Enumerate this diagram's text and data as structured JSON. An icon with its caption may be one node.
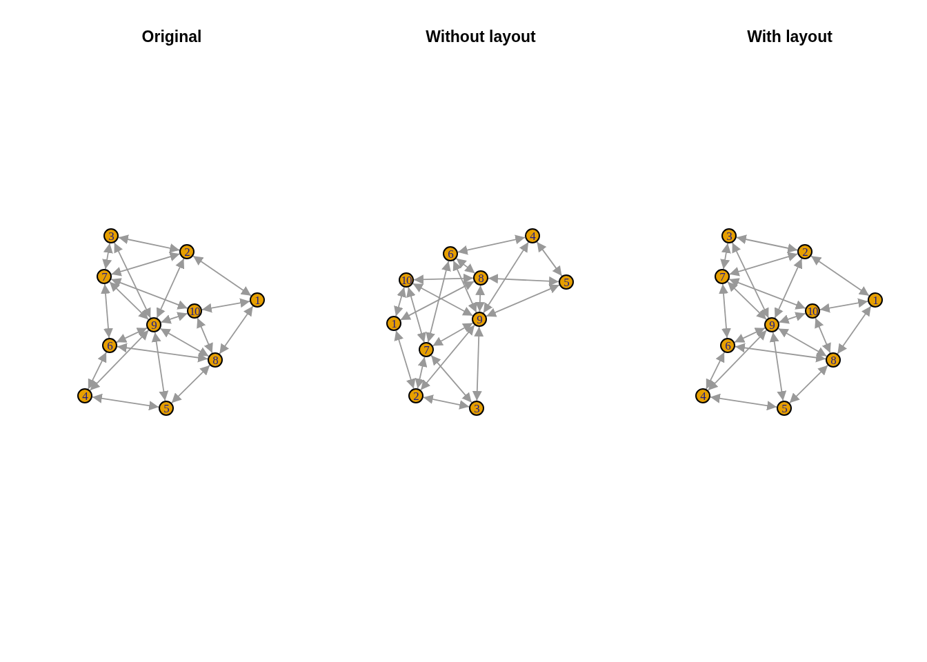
{
  "diagram": {
    "nodes": [
      {
        "text": [
          "1"
        ]
      },
      {
        "text": [
          "2"
        ]
      },
      {
        "text": [
          "3"
        ]
      },
      {
        "text": [
          "4"
        ]
      },
      {
        "text": [
          "5"
        ]
      },
      {
        "text": [
          "6"
        ]
      },
      {
        "text": [
          "7"
        ]
      },
      {
        "text": [
          "8"
        ]
      },
      {
        "text": [
          "9"
        ]
      },
      {
        "text": [
          "10"
        ]
      },
      {
        "text": [
          "1"
        ]
      },
      {
        "text": [
          "2"
        ]
      },
      {
        "text": [
          "3"
        ]
      },
      {
        "text": [
          "4"
        ]
      },
      {
        "text": [
          "5"
        ]
      },
      {
        "text": [
          "6"
        ]
      },
      {
        "text": [
          "7"
        ]
      },
      {
        "text": [
          "8"
        ]
      },
      {
        "text": [
          "9"
        ]
      },
      {
        "text": [
          "10"
        ]
      },
      {
        "text": [
          "1"
        ]
      },
      {
        "text": [
          "2"
        ]
      },
      {
        "text": [
          "3"
        ]
      },
      {
        "text": [
          "4"
        ]
      },
      {
        "text": [
          "5"
        ]
      },
      {
        "text": [
          "6"
        ]
      },
      {
        "text": [
          "7"
        ]
      },
      {
        "text": [
          "8"
        ]
      },
      {
        "text": [
          "9"
        ]
      },
      {
        "text": [
          "10"
        ]
      }
    ],
    "edges": [
      {
        "from": 2,
        "to": 1,
        "arrow": "both"
      },
      {
        "from": 2,
        "to": 6,
        "arrow": "both"
      },
      {
        "from": 2,
        "to": 8,
        "arrow": "both"
      },
      {
        "from": 6,
        "to": 1,
        "arrow": "both"
      },
      {
        "from": 1,
        "to": 0,
        "arrow": "both"
      },
      {
        "from": 1,
        "to": 8,
        "arrow": "both"
      },
      {
        "from": 6,
        "to": 8,
        "arrow": "both"
      },
      {
        "from": 6,
        "to": 9,
        "arrow": "both"
      },
      {
        "from": 6,
        "to": 5,
        "arrow": "both"
      },
      {
        "from": 0,
        "to": 9,
        "arrow": "both"
      },
      {
        "from": 0,
        "to": 7,
        "arrow": "both"
      },
      {
        "from": 9,
        "to": 8,
        "arrow": "both"
      },
      {
        "from": 9,
        "to": 7,
        "arrow": "both"
      },
      {
        "from": 8,
        "to": 5,
        "arrow": "both"
      },
      {
        "from": 8,
        "to": 7,
        "arrow": "both"
      },
      {
        "from": 8,
        "to": 4,
        "arrow": "both"
      },
      {
        "from": 8,
        "to": 3,
        "arrow": "both"
      },
      {
        "from": 5,
        "to": 7,
        "arrow": "both"
      },
      {
        "from": 5,
        "to": 3,
        "arrow": "both"
      },
      {
        "from": 3,
        "to": 4,
        "arrow": "both"
      },
      {
        "from": 4,
        "to": 7,
        "arrow": "both"
      },
      {
        "from": 12,
        "to": 11,
        "arrow": "both"
      },
      {
        "from": 12,
        "to": 16,
        "arrow": "both"
      },
      {
        "from": 12,
        "to": 18,
        "arrow": "both"
      },
      {
        "from": 16,
        "to": 11,
        "arrow": "both"
      },
      {
        "from": 11,
        "to": 10,
        "arrow": "both"
      },
      {
        "from": 11,
        "to": 18,
        "arrow": "both"
      },
      {
        "from": 16,
        "to": 18,
        "arrow": "both"
      },
      {
        "from": 16,
        "to": 19,
        "arrow": "both"
      },
      {
        "from": 16,
        "to": 15,
        "arrow": "both"
      },
      {
        "from": 10,
        "to": 19,
        "arrow": "both"
      },
      {
        "from": 10,
        "to": 17,
        "arrow": "both"
      },
      {
        "from": 19,
        "to": 18,
        "arrow": "both"
      },
      {
        "from": 19,
        "to": 17,
        "arrow": "both"
      },
      {
        "from": 18,
        "to": 15,
        "arrow": "both"
      },
      {
        "from": 18,
        "to": 17,
        "arrow": "both"
      },
      {
        "from": 18,
        "to": 14,
        "arrow": "both"
      },
      {
        "from": 18,
        "to": 13,
        "arrow": "both"
      },
      {
        "from": 15,
        "to": 17,
        "arrow": "both"
      },
      {
        "from": 15,
        "to": 13,
        "arrow": "both"
      },
      {
        "from": 13,
        "to": 14,
        "arrow": "both"
      },
      {
        "from": 14,
        "to": 17,
        "arrow": "both"
      },
      {
        "from": 22,
        "to": 21,
        "arrow": "both"
      },
      {
        "from": 22,
        "to": 26,
        "arrow": "both"
      },
      {
        "from": 22,
        "to": 28,
        "arrow": "both"
      },
      {
        "from": 26,
        "to": 21,
        "arrow": "both"
      },
      {
        "from": 21,
        "to": 20,
        "arrow": "both"
      },
      {
        "from": 21,
        "to": 28,
        "arrow": "both"
      },
      {
        "from": 26,
        "to": 28,
        "arrow": "both"
      },
      {
        "from": 26,
        "to": 29,
        "arrow": "both"
      },
      {
        "from": 26,
        "to": 25,
        "arrow": "both"
      },
      {
        "from": 20,
        "to": 29,
        "arrow": "both"
      },
      {
        "from": 20,
        "to": 27,
        "arrow": "both"
      },
      {
        "from": 29,
        "to": 28,
        "arrow": "both"
      },
      {
        "from": 29,
        "to": 27,
        "arrow": "both"
      },
      {
        "from": 28,
        "to": 25,
        "arrow": "both"
      },
      {
        "from": 28,
        "to": 27,
        "arrow": "both"
      },
      {
        "from": 28,
        "to": 24,
        "arrow": "both"
      },
      {
        "from": 28,
        "to": 23,
        "arrow": "both"
      },
      {
        "from": 25,
        "to": 27,
        "arrow": "both"
      },
      {
        "from": 25,
        "to": 23,
        "arrow": "both"
      },
      {
        "from": 23,
        "to": 24,
        "arrow": "both"
      },
      {
        "from": 24,
        "to": 27,
        "arrow": "both"
      }
    ],
    "labels": [
      "Original",
      "Without layout",
      "With layout"
    ]
  }
}
